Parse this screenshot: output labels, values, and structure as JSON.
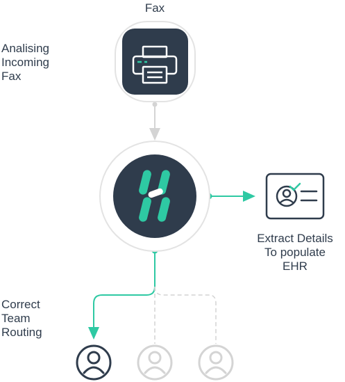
{
  "fax_node": {
    "title": "Fax",
    "icon": "printer-icon"
  },
  "side_labels": {
    "analysing": [
      "Analising",
      "Incoming",
      "Fax"
    ],
    "routing": [
      "Correct",
      "Team",
      "Routing"
    ]
  },
  "extract_node": {
    "label": [
      "Extract Details",
      "To populate",
      "EHR"
    ],
    "icon": "id-card-icon"
  },
  "hub_node": {
    "icon": "brand-logo-icon"
  },
  "team_nodes": [
    {
      "icon": "user-icon",
      "state": "active"
    },
    {
      "icon": "user-icon",
      "state": "inactive"
    },
    {
      "icon": "user-icon",
      "state": "inactive"
    }
  ],
  "colors": {
    "navy": "#2f3c4c",
    "accent": "#2ec9a3",
    "light_gray": "#d4d4d4",
    "ring_gray": "#e3e3e3"
  }
}
